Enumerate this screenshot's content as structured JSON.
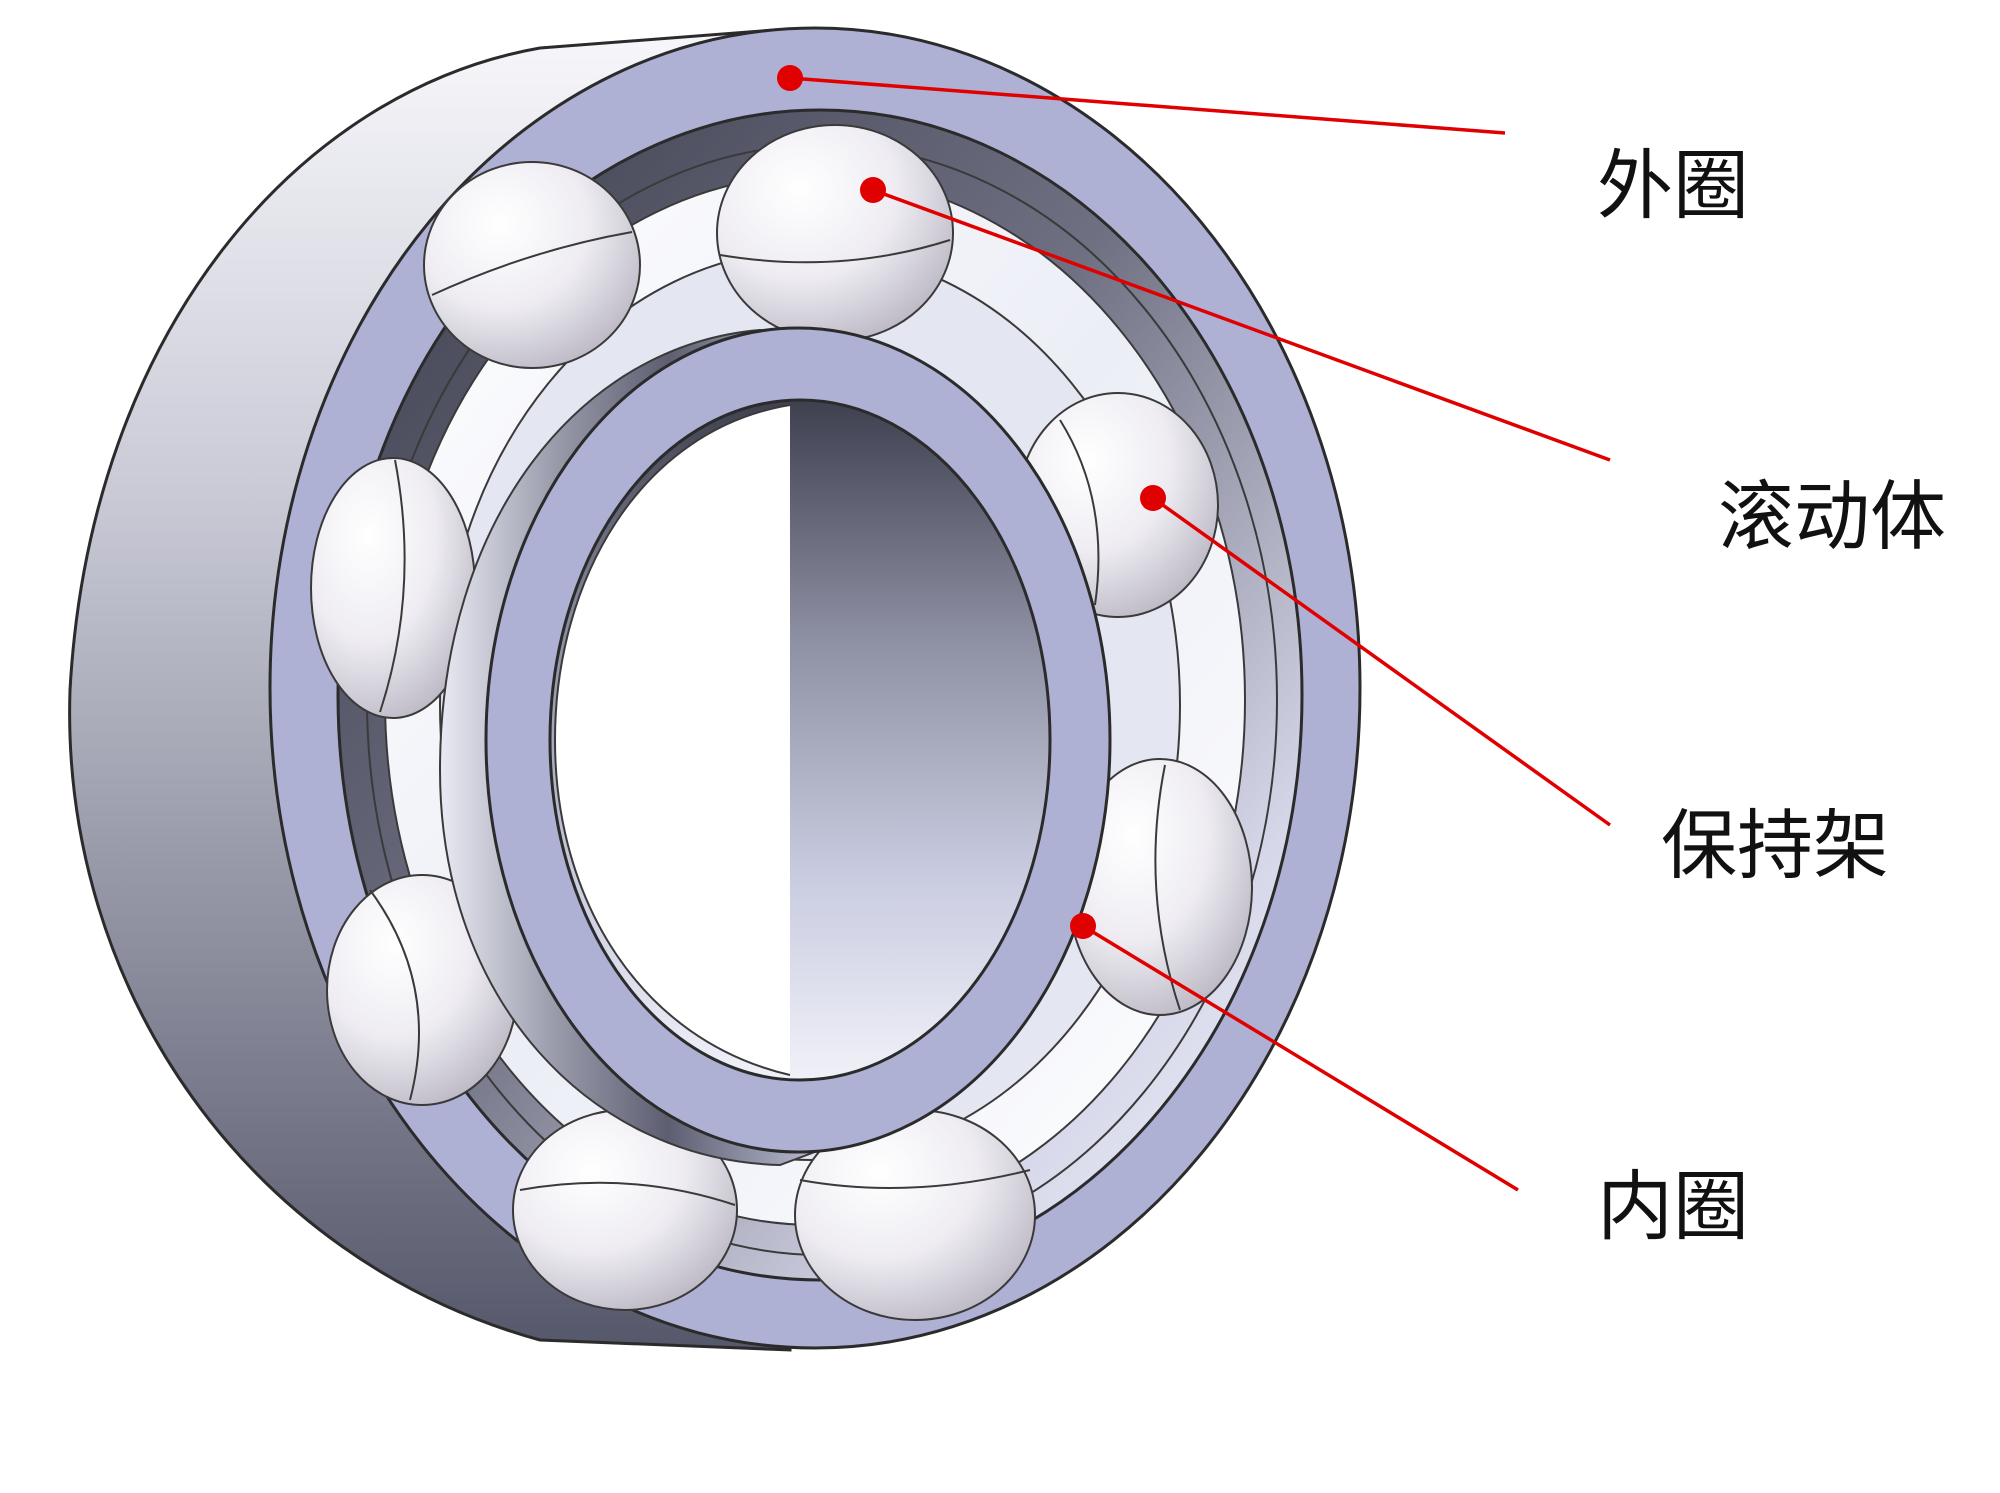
{
  "labels": {
    "outer_ring": "外圈",
    "rolling_element": "滚动体",
    "cage": "保持架",
    "inner_ring": "内圈"
  },
  "colors": {
    "ring_face": "#aeb0d4",
    "leader_line": "#e00000",
    "ball": "#f3f1f5"
  }
}
